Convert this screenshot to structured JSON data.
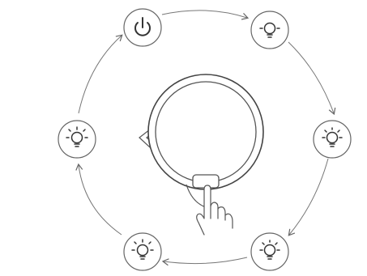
{
  "diagram": {
    "description_free": true,
    "center_device": {
      "icon": "touch-control-lamp",
      "touch_point": "hand-pointer-icon"
    },
    "cycle_order": [
      {
        "state": "power",
        "icon": "power-icon"
      },
      {
        "state": "light-level-1",
        "icon": "light-bulb-icon",
        "rays": "few"
      },
      {
        "state": "light-level-2",
        "icon": "light-bulb-icon",
        "rays": "more"
      },
      {
        "state": "light-level-3",
        "icon": "light-bulb-icon",
        "rays": "more"
      },
      {
        "state": "light-level-4",
        "icon": "light-bulb-icon",
        "rays": "full"
      },
      {
        "state": "light-level-5",
        "icon": "light-bulb-icon",
        "rays": "full"
      }
    ],
    "colors": {
      "line": "#555555",
      "light_line": "#888888",
      "circle_fill": "#ffffff"
    }
  }
}
